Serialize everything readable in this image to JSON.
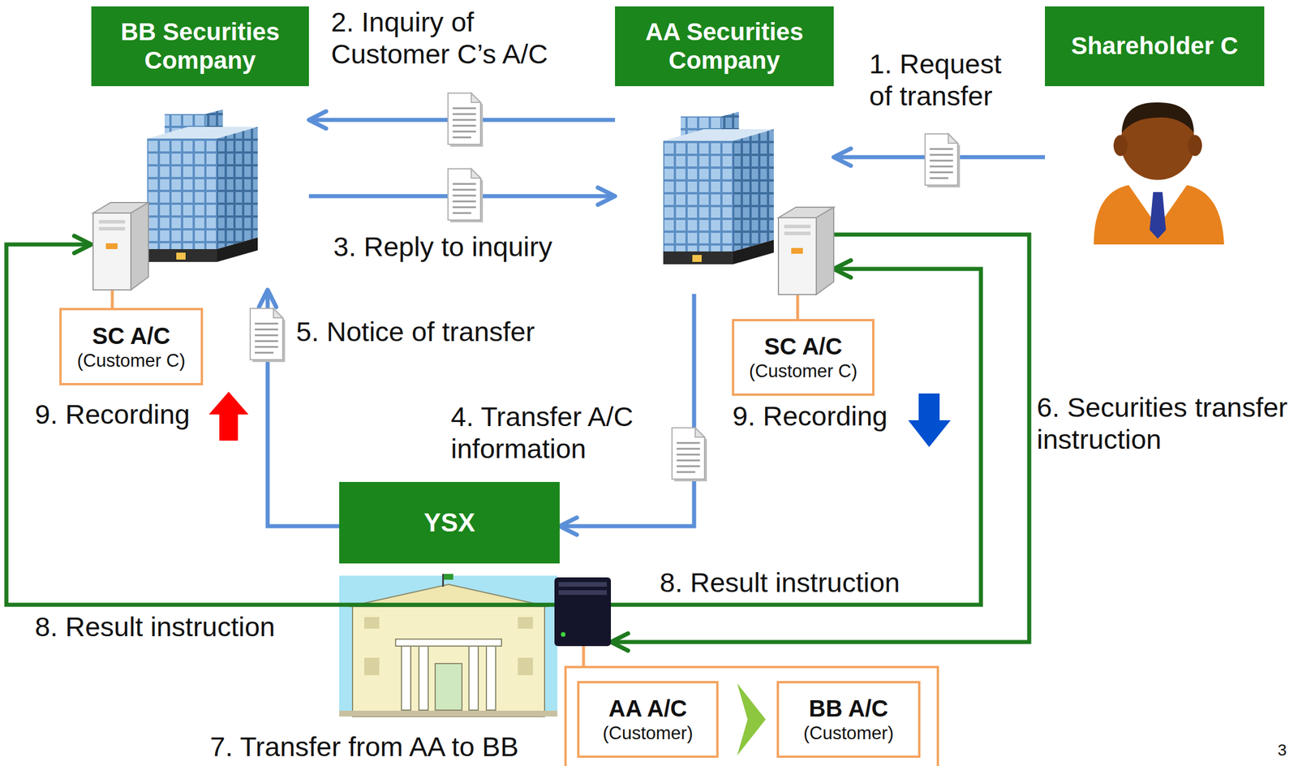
{
  "diagram": {
    "nodes": [
      {
        "text": [
          "BB Securities Company"
        ]
      },
      {
        "text": [
          "AA Securities Company"
        ]
      },
      {
        "text": [
          "Shareholder C"
        ]
      },
      {
        "text": [
          "SC A/C",
          "(Customer C)"
        ]
      },
      {
        "text": [
          "SC A/C",
          "(Customer C)"
        ]
      },
      {
        "text": [
          "YSX"
        ]
      },
      {
        "text": [
          "7. Transfer from AA to BB"
        ]
      },
      {
        "text": [
          "AA A/C",
          "(Customer)"
        ]
      },
      {
        "text": [
          "BB A/C",
          "(Customer)"
        ]
      }
    ],
    "edges": [
      {
        "from": 2,
        "to": 1,
        "label": "1. Request of transfer",
        "arrow": "to"
      },
      {
        "from": 1,
        "to": 0,
        "label": "2. Inquiry of Customer C’s A/C",
        "arrow": "to"
      },
      {
        "from": 0,
        "to": 1,
        "label": "3. Reply to inquiry",
        "arrow": "to"
      },
      {
        "from": 1,
        "to": 5,
        "label": "4. Transfer A/C information",
        "arrow": "to"
      },
      {
        "from": 5,
        "to": 0,
        "label": "5. Notice of transfer",
        "arrow": "to"
      },
      {
        "from": 1,
        "to": 6,
        "label": "6. Securities transfer instruction",
        "arrow": "to"
      },
      {
        "from": 6,
        "to": 0,
        "label": "8. Result instruction",
        "arrow": "to"
      },
      {
        "from": 6,
        "to": 1,
        "label": "8. Result instruction",
        "arrow": "to"
      },
      {
        "from": 0,
        "to": 3,
        "arrow": "none"
      },
      {
        "from": 1,
        "to": 4,
        "arrow": "none"
      },
      {
        "from": 7,
        "to": 8,
        "arrow": "to"
      }
    ],
    "labels": [
      "9. Recording",
      "9. Recording",
      "3"
    ]
  }
}
